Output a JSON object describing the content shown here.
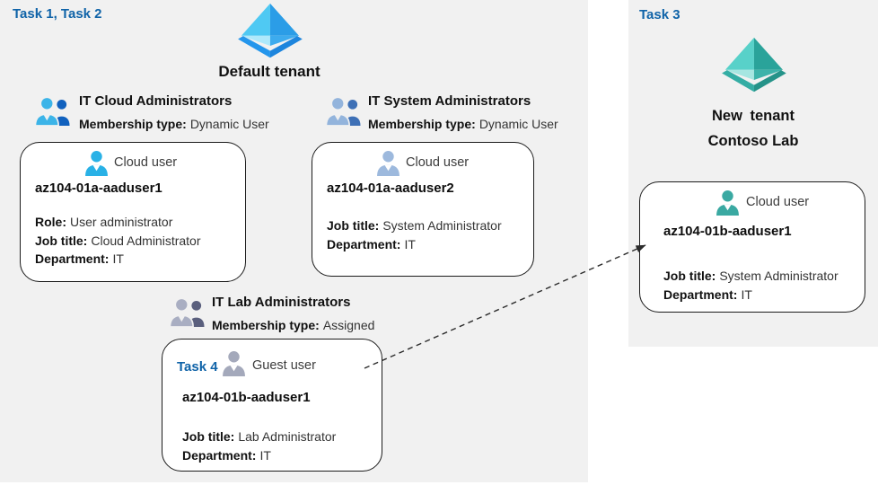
{
  "colors": {
    "panel_bg": "#f1f1f1",
    "task_blue": "#0f63a8",
    "box_border": "#1c1c1c",
    "aad_blue_light": "#4fc9f3",
    "aad_blue_dark": "#2b9de7",
    "aad_teal_light": "#58d1c9",
    "aad_teal_dark": "#2aa39a",
    "user_cyan": "#29b1e6",
    "user_steelblue": "#9db9dd",
    "user_gray": "#a4a9bb",
    "user_teal": "#3aa9a2"
  },
  "left_panel": {
    "task_label": "Task 1, Task 2",
    "tenant_icon": "azure-ad-icon-blue",
    "tenant_name": "Default tenant",
    "groups": [
      {
        "icon": "group-icon-blue",
        "name": "IT Cloud Administrators",
        "membership_label": "Membership type:",
        "membership_value": "Dynamic User",
        "user_box": {
          "user_icon": "user-icon-cyan",
          "user_type": "Cloud user",
          "username": "az104-01a-aaduser1",
          "fields": [
            {
              "label": "Role:",
              "value": "User administrator"
            },
            {
              "label": "Job title:",
              "value": "Cloud Administrator"
            },
            {
              "label": "Department:",
              "value": "IT"
            }
          ]
        }
      },
      {
        "icon": "group-icon-steelblue",
        "name": "IT System Administrators",
        "membership_label": "Membership type:",
        "membership_value": "Dynamic User",
        "user_box": {
          "user_icon": "user-icon-steelblue",
          "user_type": "Cloud user",
          "username": "az104-01a-aaduser2",
          "fields": [
            {
              "label": "Job title:",
              "value": "System Administrator"
            },
            {
              "label": "Department:",
              "value": "IT"
            }
          ]
        }
      },
      {
        "icon": "group-icon-gray",
        "name": "IT Lab Administrators",
        "membership_label": "Membership type:",
        "membership_value": "Assigned",
        "user_box": {
          "task_label": "Task 4",
          "user_icon": "user-icon-gray",
          "user_type": "Guest user",
          "username": "az104-01b-aaduser1",
          "fields": [
            {
              "label": "Job title:",
              "value": "Lab Administrator"
            },
            {
              "label": "Department:",
              "value": "IT"
            }
          ]
        }
      }
    ]
  },
  "right_panel": {
    "task_label": "Task 3",
    "tenant_icon": "azure-ad-icon-teal",
    "tenant_name_line1": "New tenant",
    "tenant_name_line2": "Contoso Lab",
    "user_box": {
      "user_icon": "user-icon-teal",
      "user_type": "Cloud user",
      "username": "az104-01b-aaduser1",
      "fields": [
        {
          "label": "Job title:",
          "value": "System Administrator"
        },
        {
          "label": "Department:",
          "value": "IT"
        }
      ]
    }
  },
  "connector": {
    "type": "dashed-arrow",
    "from": "guest-user-box",
    "to": "new-tenant-user-box"
  }
}
